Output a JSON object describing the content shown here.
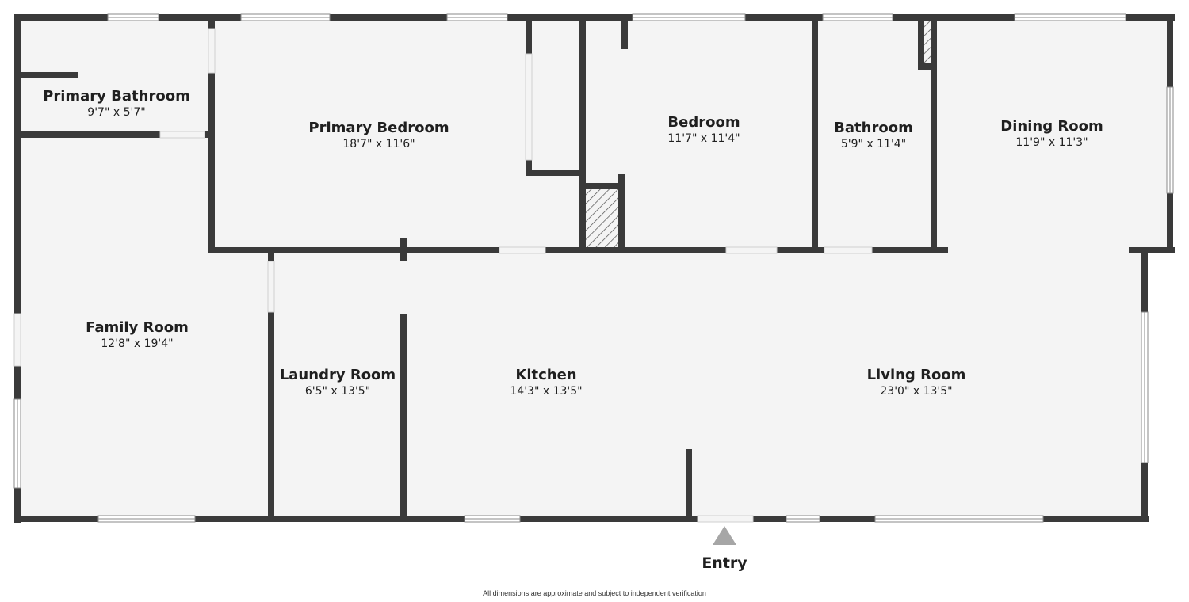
{
  "rooms": {
    "primary_bathroom": {
      "name": "Primary Bathroom",
      "dim": "9'7\" x 5'7\""
    },
    "primary_bedroom": {
      "name": "Primary Bedroom",
      "dim": "18'7\" x 11'6\""
    },
    "bedroom": {
      "name": "Bedroom",
      "dim": "11'7\" x 11'4\""
    },
    "bathroom": {
      "name": "Bathroom",
      "dim": "5'9\" x 11'4\""
    },
    "dining_room": {
      "name": "Dining Room",
      "dim": "11'9\" x 11'3\""
    },
    "family_room": {
      "name": "Family Room",
      "dim": "12'8\" x 19'4\""
    },
    "laundry_room": {
      "name": "Laundry Room",
      "dim": "6'5\" x 13'5\""
    },
    "kitchen": {
      "name": "Kitchen",
      "dim": "14'3\" x 13'5\""
    },
    "living_room": {
      "name": "Living Room",
      "dim": "23'0\" x 13'5\""
    }
  },
  "entry": {
    "label": "Entry"
  },
  "disclaimer": "All dimensions are approximate and subject to independent verification",
  "colors": {
    "wall": "#3a3a3a",
    "floor": "#f4f4f4",
    "window": "#ffffff",
    "entry_arrow": "#a6a6a6"
  }
}
